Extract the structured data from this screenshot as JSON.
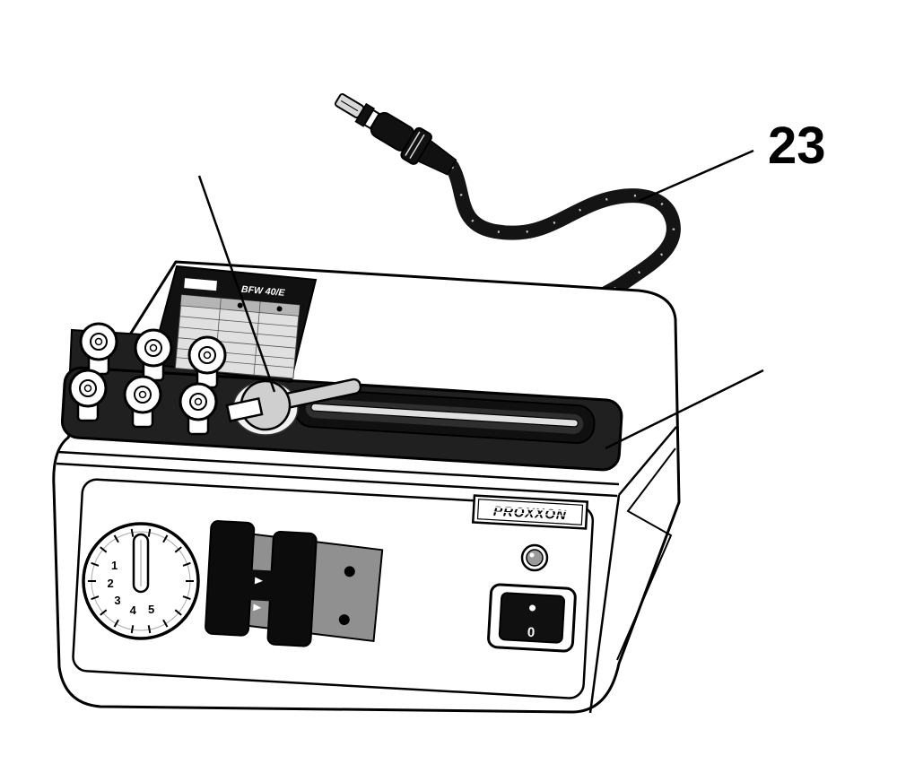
{
  "figure": {
    "callout_23": "23"
  },
  "device": {
    "brand": "PROXXON",
    "model_label": "BFW 40/E",
    "dial_numbers": [
      "1",
      "2",
      "3",
      "4",
      "5"
    ],
    "switch_off_label": "0"
  }
}
